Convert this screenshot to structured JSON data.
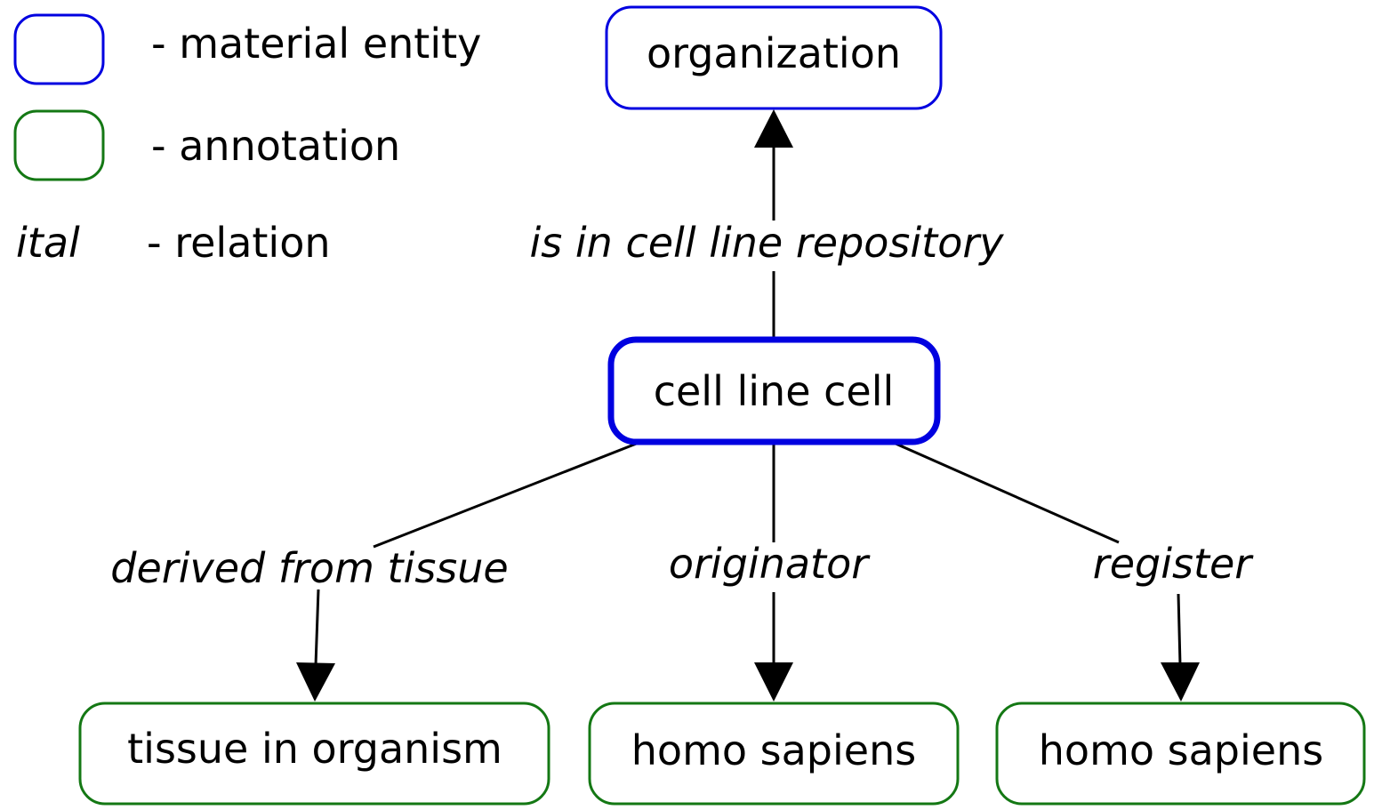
{
  "colors": {
    "material_entity": "#0000e0",
    "annotation": "#147814",
    "edge": "#000000"
  },
  "legend": {
    "material_entity_label": "- material entity",
    "annotation_label": "- annotation",
    "relation_sample": "ital",
    "relation_label": "- relation"
  },
  "nodes": {
    "organization": "organization",
    "cell_line_cell": "cell line cell",
    "tissue_in_organism": "tissue in organism",
    "homo_sapiens_1": "homo sapiens",
    "homo_sapiens_2": "homo sapiens"
  },
  "relations": {
    "is_in_cell_line_repository": "is in cell line repository",
    "derived_from_tissue": "derived from tissue",
    "originator": "originator",
    "register": "register"
  }
}
